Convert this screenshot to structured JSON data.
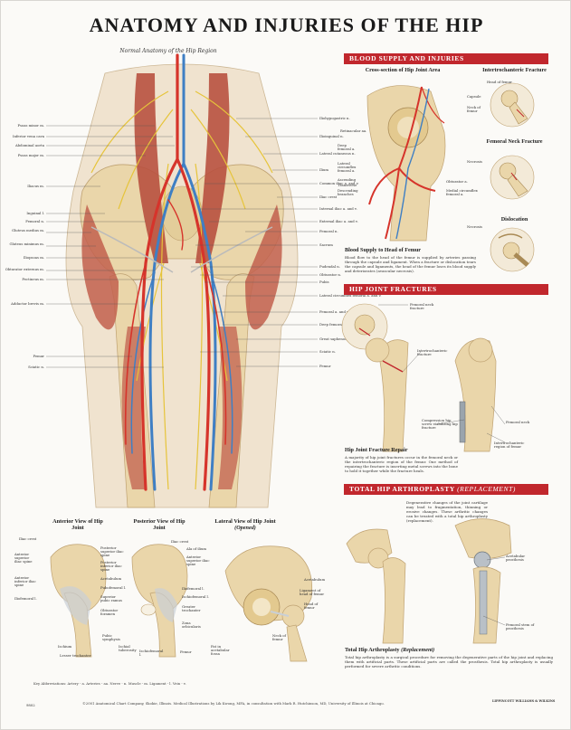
{
  "title": "ANATOMY AND INJURIES OF THE HIP",
  "main": {
    "subtitle": "Normal Anatomy of the Hip Region",
    "labels_left": [
      "Psoas minor m.",
      "Inferior vena cava",
      "Abdominal aorta",
      "Psoas major m.",
      "Iliacus m.",
      "Inguinal l.",
      "Femoral n.",
      "Gluteus medius m.",
      "Gluteus minimus m.",
      "Iliopsoas m.",
      "Obturator externus m.",
      "Pectineus m.",
      "Adductor brevis m.",
      "Femur",
      "Sciatic n."
    ],
    "labels_right": [
      "Iliohypogastric n.",
      "Ilioinguinal n.",
      "Lateral cutaneous n.",
      "Ilium",
      "Common iliac a. and v.",
      "Iliac crest",
      "Internal iliac a. and v.",
      "External iliac a. and v.",
      "Femoral n.",
      "Sacrum",
      "Pudendal n.",
      "Obturator n.",
      "Pubis",
      "Lateral circumflex femoral a. and v.",
      "Femoral a. and v.",
      "Deep femoral a. and v.",
      "Great saphenous v.",
      "Sciatic n.",
      "Femur"
    ]
  },
  "blood": {
    "bar": "BLOOD SUPPLY AND INJURIES",
    "cross_title": "Cross-section of Hip Joint Area",
    "inter_title": "Intertrochanteric Fracture",
    "neck_title": "Femoral Neck Fracture",
    "disl_title": "Dislocation",
    "cross_labels_left": [
      "Retinacular aa.",
      "Deep femoral a.",
      "Lateral circumflex femoral a.",
      "Ascending",
      "Transverse",
      "Descending branches"
    ],
    "cross_labels_right": [
      "Obturator a.",
      "Medial circumflex femoral a."
    ],
    "inter_labels": [
      "Head of femur",
      "Capsule",
      "Neck of femur"
    ],
    "neck_labels": [
      "Necrosis"
    ],
    "disl_labels": [
      "Necrosis"
    ],
    "supply_title": "Blood Supply to Head of Femur",
    "supply_text": "Blood flow to the head of the femur is supplied by arteries passing through the capsule and ligament. When a fracture or dislocation tears the capsule and ligaments, the head of the femur loses its blood supply and deteriorates (avascular necrosis)."
  },
  "fractures": {
    "bar": "HIP JOINT FRACTURES",
    "labels": [
      "Femoral neck fracture",
      "Intertrochanteric fracture",
      "Compression hip screw stabilizing hip fracture",
      "Femoral neck",
      "Intertrochanteric region of femur"
    ],
    "repair_title": "Hip Joint Fracture Repair",
    "repair_text": "A majority of hip joint fractures occur in the femoral neck or the intertrochanteric region of the femur. One method of repairing the fracture is inserting metal screws into the bone to hold it together while the fracture heals."
  },
  "arthro": {
    "bar": "TOTAL HIP ARTHROPLASTY",
    "bar_note": "(REPLACEMENT)",
    "intro_text": "Degenerative changes of the joint cartilage may lead to fragmentation, thinning or erosive changes. These arthritic changes can be treated with a total hip arthroplasty (replacement).",
    "labels": [
      "Acetabular prosthesis",
      "Femoral stem of prosthesis"
    ],
    "ta_title": "Total Hip Arthroplasty",
    "ta_title_note": "(Replacement)",
    "ta_text": "Total hip arthroplasty is a surgical procedure for removing the degenerative parts of the hip joint and replacing them with artificial parts. These artificial parts are called the prosthesis. Total hip arthroplasty is usually performed for severe arthritic conditions."
  },
  "views": {
    "anterior_title": "Anterior View of Hip Joint",
    "posterior_title": "Posterior View of Hip Joint",
    "lateral_title": "Lateral View of Hip Joint",
    "lateral_note": "(Opened)",
    "anterior_labels": [
      "Iliac crest",
      "Anterior superior iliac spine",
      "Anterior inferior iliac spine",
      "Iliofemoral l.",
      "Ischium",
      "Lesser trochanter"
    ],
    "posterior_labels": [
      "Posterior superior iliac spine",
      "Posterior inferior iliac spine",
      "Acetabulum",
      "Pubofemoral l.",
      "Superior pubic ramus",
      "Obturator foramen",
      "Pubic symphysis",
      "Ischial tuberosity",
      "Ischiofemoral l."
    ],
    "lateral_labels": [
      "Iliac crest",
      "Ala of ilium",
      "Anterior superior iliac spine",
      "Iliofemoral l.",
      "Ischiofemoral l.",
      "Greater trochanter",
      "Zona orbicularis",
      "Femur",
      "Acetabulum",
      "Ligament of head of femur",
      "Head of femur",
      "Neck of femur",
      "Fat in acetabular fossa"
    ]
  },
  "abbreviations": "Key Abbreviations: Artery - a.   Arteries - aa.   Nerve - n.   Muscle - m.   Ligament - l.   Vein - v.",
  "footer": "©2001 Anatomical Chart Company, Skokie, Illinois. Medical Illustrations by Lik Kwong, MFA, in consultation with Mark R. Hutchinson, MD, University of Illinois at Chicago.",
  "code": "9802",
  "publisher": "LIPPINCOTT WILLIAMS & WILKINS",
  "colors": {
    "accent": "#c1272d",
    "artery": "#d6342b",
    "vein": "#3f7fc4",
    "nerve": "#e6c43a",
    "bone": "#e9d7b0",
    "muscle": "#b8513f"
  }
}
